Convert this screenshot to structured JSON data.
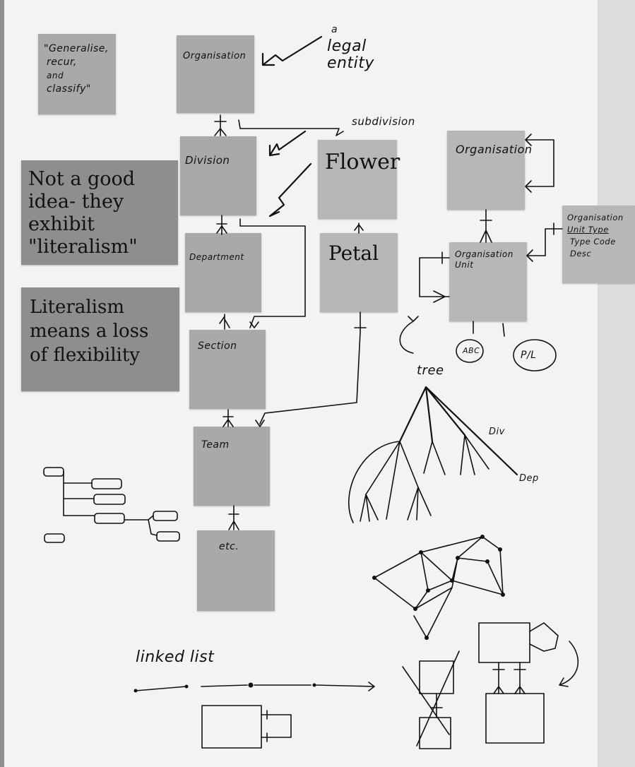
{
  "notes": {
    "generalise": "\"Generalise, recur, and classify\"",
    "generalise_lines": [
      "\"Generalise,",
      "recur,",
      "and",
      "classify\""
    ],
    "organisation": "Organisation",
    "division": "Division",
    "department": "Department",
    "section": "Section",
    "team": "Team",
    "etc": "etc.",
    "flower": "Flower",
    "petal": "Petal",
    "org_right": "Organisation",
    "org_unit_lines": [
      "Organisation",
      "Unit"
    ],
    "org_unit_type_lines": [
      "Organisation",
      "Unit Type",
      "Type Code",
      "Desc"
    ],
    "not_good_lines": [
      "Not a good",
      "idea- they",
      "exhibit",
      "\"literalism\""
    ],
    "literalism_lines": [
      "Literalism",
      "means a loss",
      "of flexibility"
    ]
  },
  "annotations": {
    "legal_entity_lines": [
      "a",
      "legal",
      "entity"
    ],
    "subdivision": "subdivision",
    "tree": "tree",
    "div": "Div",
    "dep": "Dep",
    "abc": "ABC",
    "pl": "P/L",
    "linked_list": "linked list"
  }
}
